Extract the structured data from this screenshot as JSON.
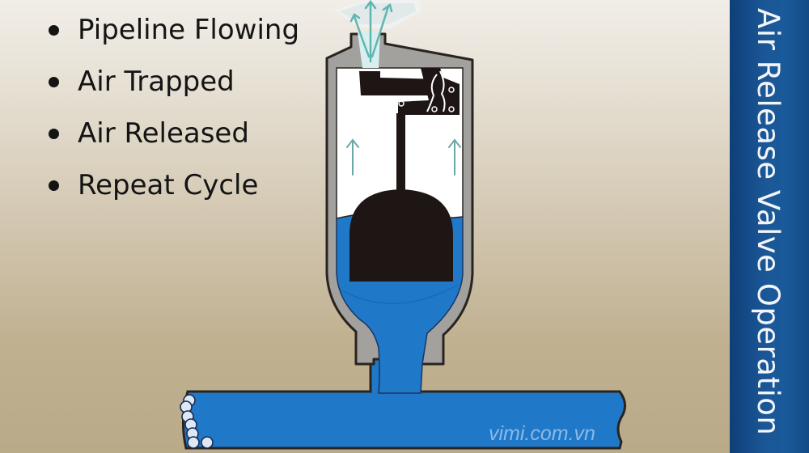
{
  "slide": {
    "title": "Air Release Valve Operation",
    "bullets": [
      {
        "label": "Pipeline Flowing"
      },
      {
        "label": "Air Trapped"
      },
      {
        "label": "Air Released"
      },
      {
        "label": "Repeat Cycle"
      }
    ]
  },
  "diagram": {
    "subject": "air-release-valve-cross-section",
    "components": [
      "valve-body",
      "outlet-orifice",
      "lever-linkage",
      "float-stem",
      "float-ball",
      "water-chamber",
      "inlet-neck",
      "pipeline",
      "air-bubbles",
      "air-flow-arrows"
    ],
    "colors": {
      "water": "#1f78c8",
      "valve_body": "#a3a19e",
      "float": "#1e1614",
      "air_chamber": "#ffffff",
      "arrow": "#6aa8a8",
      "outline": "#2a2420",
      "title_panel": "#1a5592"
    }
  },
  "watermark": "vimi.com.vn"
}
